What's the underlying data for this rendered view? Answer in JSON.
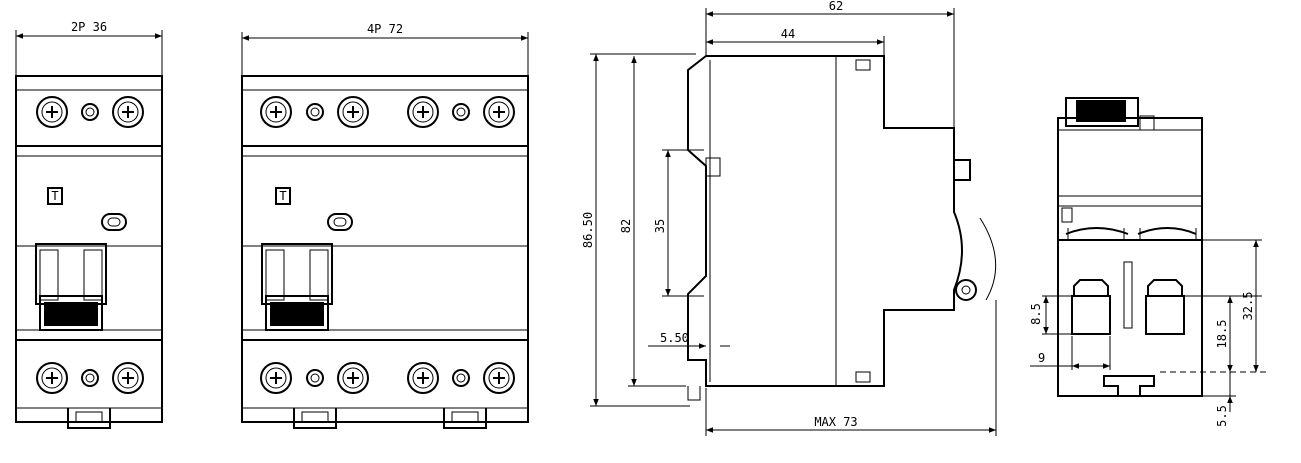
{
  "views": {
    "front_2p": {
      "width_label": "2P 36",
      "test_button": "T"
    },
    "front_4p": {
      "width_label": "4P 72",
      "test_button": "T"
    },
    "side": {
      "overall_depth": "62",
      "body_depth": "44",
      "total_height": "86.50",
      "height": "82",
      "rail_height": "35",
      "rail_offset": "5.50",
      "max_depth": "MAX 73"
    },
    "bottom": {
      "terminal_height": "8.5",
      "terminal_width": "9",
      "terminal_offset": "18.5",
      "terminal_span": "32.5",
      "clip_height": "5.5"
    }
  }
}
